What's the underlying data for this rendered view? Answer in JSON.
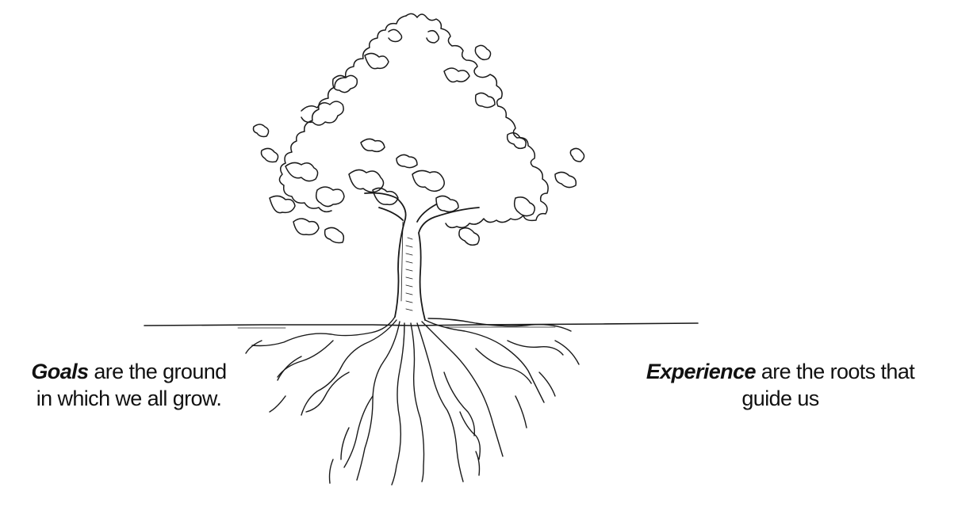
{
  "captions": {
    "left": {
      "emphasis": "Goals",
      "line1_rest": " are the ground",
      "line2": "in which we all grow."
    },
    "right": {
      "emphasis": "Experience",
      "line1_rest": " are the roots that",
      "line2": "guide us"
    }
  },
  "colors": {
    "ink": "#111111",
    "background": "#ffffff"
  }
}
